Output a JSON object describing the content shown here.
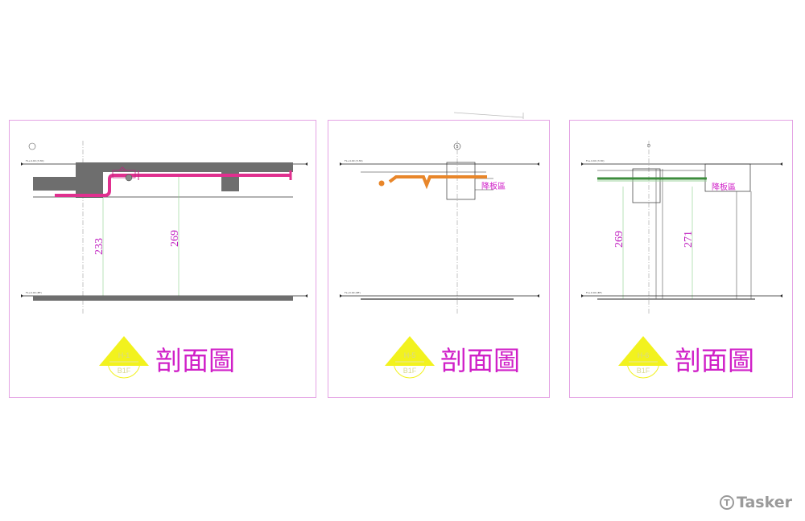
{
  "sections": [
    {
      "dims": [
        "233",
        "269"
      ],
      "title": "剖面圖",
      "logo_text": [
        "H-1",
        "B1F"
      ]
    },
    {
      "note": "降板區",
      "title": "剖面圖",
      "logo_text": [
        "H-5",
        "B1F"
      ],
      "grid_marker": "5"
    },
    {
      "dims": [
        "269",
        "271"
      ],
      "note": "降板區",
      "title": "剖面圖",
      "logo_text": [
        "H-6",
        "B1F"
      ],
      "grid_marker": "D"
    }
  ],
  "level_tags": {
    "upper": "FL+4.40 (3.30)",
    "lower": "FL+0.00 (BF)"
  },
  "colors": {
    "frame": "#e4a3e4",
    "sprinkler_pipe": "#e0308f",
    "drain_pipe": "#e8862a",
    "gas_pipe": "#3c8c3c",
    "concrete": "#6e6e6e",
    "logo": "#f2f21e",
    "title_text": "#d020c8"
  },
  "watermark": {
    "brand": "Tasker",
    "icon": "tasker-logo-icon"
  }
}
